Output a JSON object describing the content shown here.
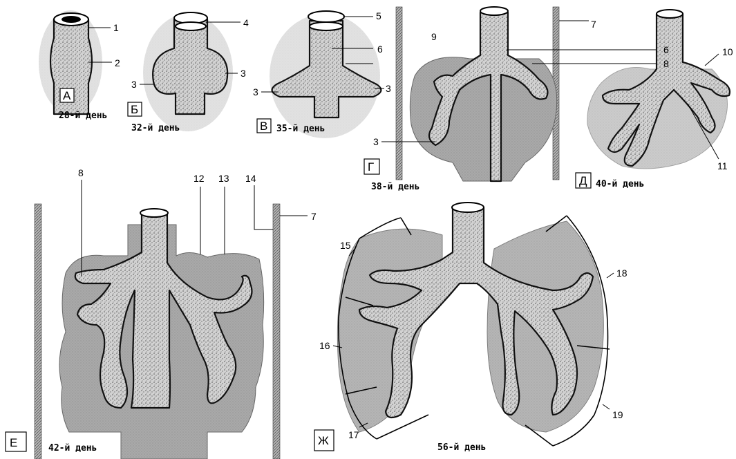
{
  "panels": {
    "A": {
      "letter": "А",
      "day": "28-й день"
    },
    "B": {
      "letter": "Б",
      "day": "32-й день"
    },
    "V": {
      "letter": "В",
      "day": "35-й день"
    },
    "G": {
      "letter": "Г",
      "day": "38-й день"
    },
    "D": {
      "letter": "Д",
      "day": "40-й день"
    },
    "E": {
      "letter": "Е",
      "day": "42-й день"
    },
    "Zh": {
      "letter": "Ж",
      "day": "56-й день"
    }
  },
  "labels": {
    "n1": "1",
    "n2": "2",
    "n3": "3",
    "n4": "4",
    "n5": "5",
    "n6": "6",
    "n7": "7",
    "n8": "8",
    "n9": "9",
    "n10": "10",
    "n11": "11",
    "n12": "12",
    "n13": "13",
    "n14": "14",
    "n15": "15",
    "n16": "16",
    "n17": "17",
    "n18": "18",
    "n19": "19"
  }
}
